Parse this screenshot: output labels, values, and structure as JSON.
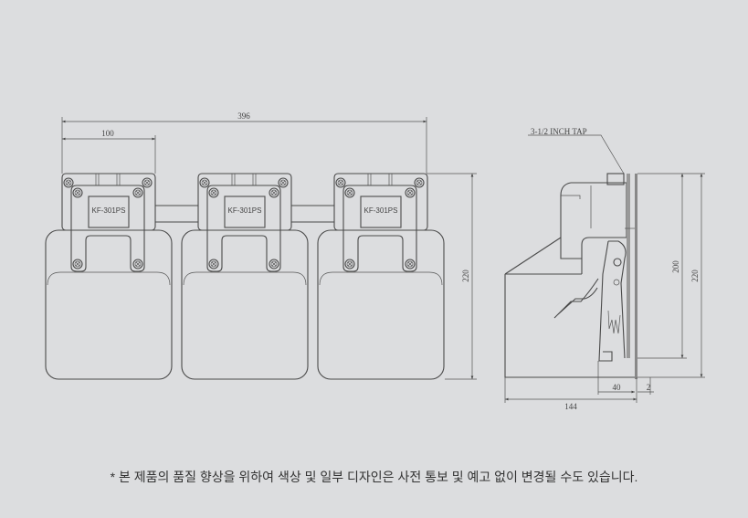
{
  "front_view": {
    "units": [
      {
        "label": "KF-301PS"
      },
      {
        "label": "KF-301PS"
      },
      {
        "label": "KF-301PS"
      }
    ],
    "dim_total_width": "396",
    "dim_unit_width": "100",
    "dim_height": "220"
  },
  "side_view": {
    "callout": "3-1/2 INCH TAP",
    "dim_inner_height": "200",
    "dim_height": "220",
    "dim_depth": "144",
    "dim_plate": "40",
    "dim_thickness": "2"
  },
  "footnote": "* 본 제품의 품질 향상을 위하여 색상 및 일부 디자인은 사전 통보 및 예고 없이 변경될 수도 있습니다.",
  "colors": {
    "background": "#dcdddf",
    "line": "#4a4a4a"
  }
}
